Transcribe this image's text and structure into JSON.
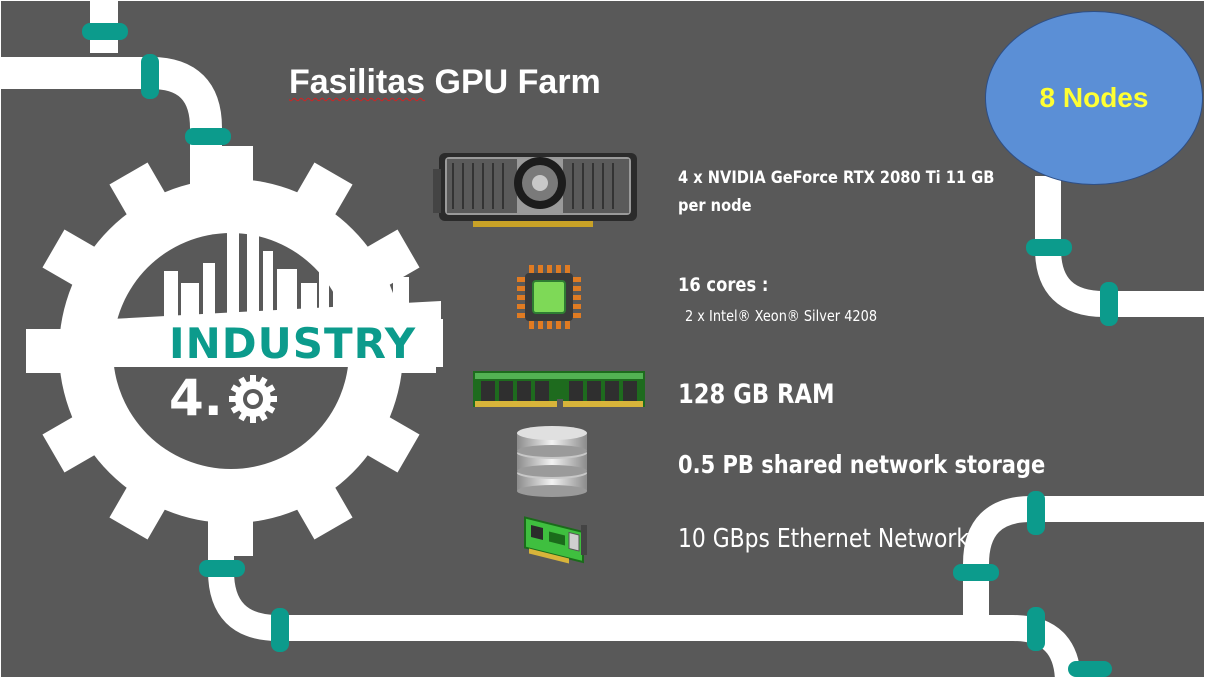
{
  "slide": {
    "title": "Fasilitas GPU Farm",
    "badge": "8 Nodes",
    "logo": {
      "word": "INDUSTRY",
      "version_prefix": "4."
    }
  },
  "specs": [
    {
      "id": "gpu",
      "icon": "graphics-card-icon",
      "line1": "4 x NVIDIA GeForce RTX 2080 Ti 11 GB",
      "line2": "per node"
    },
    {
      "id": "cpu",
      "icon": "cpu-chip-icon",
      "line1": "16 cores :",
      "line2": "2 x Intel® Xeon® Silver 4208"
    },
    {
      "id": "ram",
      "icon": "ram-module-icon",
      "line1": "128 GB RAM"
    },
    {
      "id": "storage",
      "icon": "database-icon",
      "line1": "0.5 PB shared network  storage"
    },
    {
      "id": "network",
      "icon": "network-card-icon",
      "line1": "10 GBps  Ethernet Network"
    }
  ],
  "colors": {
    "background": "#595959",
    "pipe": "#ffffff",
    "accent": "#0c9b8c",
    "badge_fill": "#5b8fd6",
    "badge_text": "#ffff33"
  }
}
